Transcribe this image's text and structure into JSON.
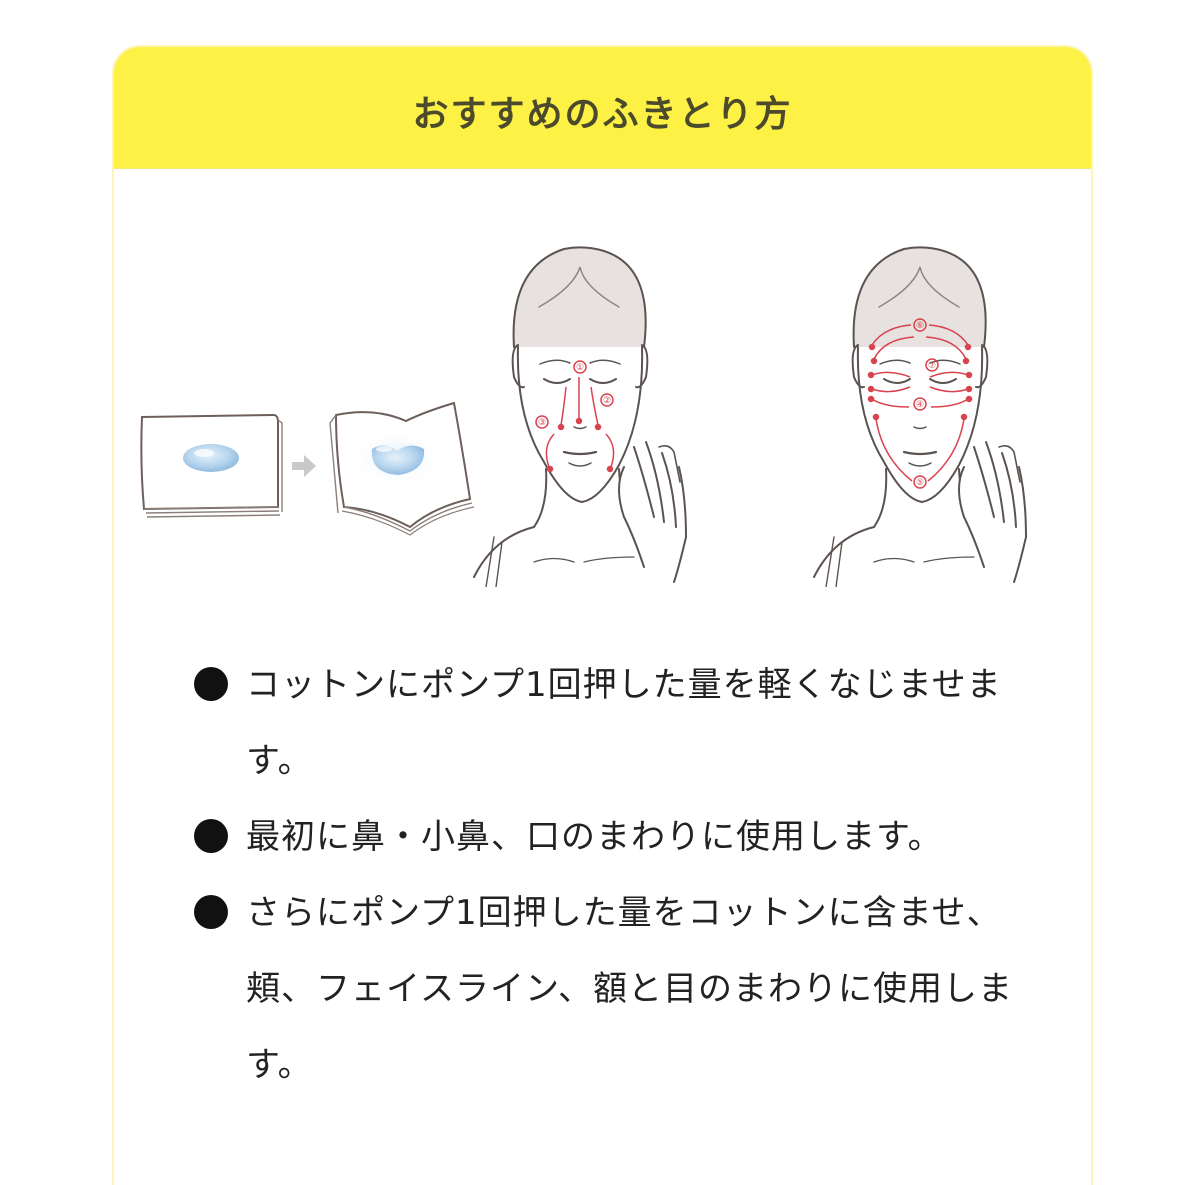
{
  "card": {
    "title": "おすすめのふきとり方",
    "header_color": "#fdf146",
    "border_color": "#fbf6b4",
    "title_color": "#4b4a2c"
  },
  "illustrations": {
    "cotton_flat": {
      "label": "cotton-pad-with-lotion"
    },
    "arrow": {
      "label": "arrow-right"
    },
    "cotton_folded": {
      "label": "cotton-pad-soaked"
    },
    "face_1": {
      "label": "face-steps-1-3",
      "markers": [
        "①",
        "②",
        "③"
      ]
    },
    "face_2": {
      "label": "face-steps-4-7",
      "markers": [
        "④",
        "⑤",
        "⑥",
        "⑦"
      ]
    },
    "marker_color": "#d9434f"
  },
  "steps": [
    {
      "text": "コットンにポンプ1回押した量を軽くなじませます。"
    },
    {
      "text": "最初に鼻・小鼻、口のまわりに使用します。"
    },
    {
      "text": "さらにポンプ1回押した量をコットンに含ませ、頬、フェイスライン、額と目のまわりに使用します。"
    }
  ]
}
